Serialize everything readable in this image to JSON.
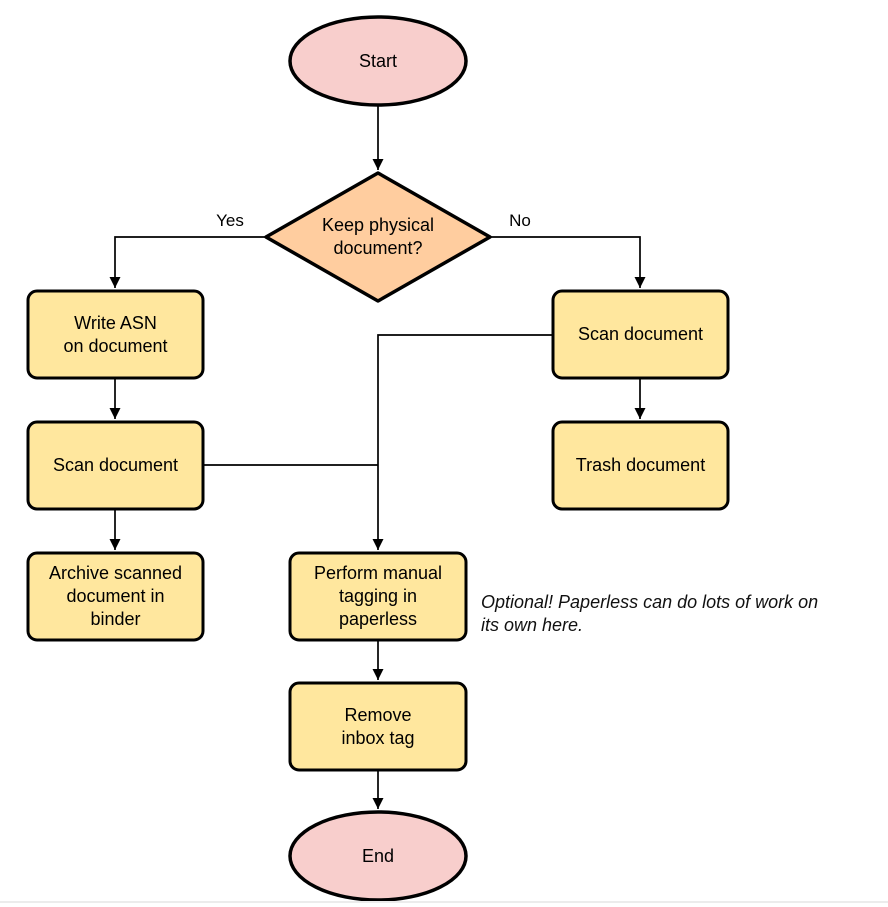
{
  "colors": {
    "terminator_fill": "#f8cecc",
    "decision_fill": "#ffcd9f",
    "process_fill": "#ffe79e",
    "stroke": "#000000"
  },
  "nodes": {
    "start": {
      "label": "Start"
    },
    "decision": {
      "line1": "Keep physical",
      "line2": "document?"
    },
    "write_asn": {
      "line1": "Write ASN",
      "line2": "on document"
    },
    "scan_left": {
      "label": "Scan document"
    },
    "archive": {
      "line1": "Archive scanned",
      "line2": "document in",
      "line3": "binder"
    },
    "scan_right": {
      "label": "Scan document"
    },
    "trash": {
      "label": "Trash document"
    },
    "tagging": {
      "line1": "Perform manual",
      "line2": "tagging in",
      "line3": "paperless"
    },
    "remove_inbox": {
      "line1": "Remove",
      "line2": "inbox tag"
    },
    "end": {
      "label": "End"
    }
  },
  "edge_labels": {
    "yes": "Yes",
    "no": "No"
  },
  "note": {
    "line1": "Optional! Paperless can do lots of work on",
    "line2": "its own here."
  }
}
